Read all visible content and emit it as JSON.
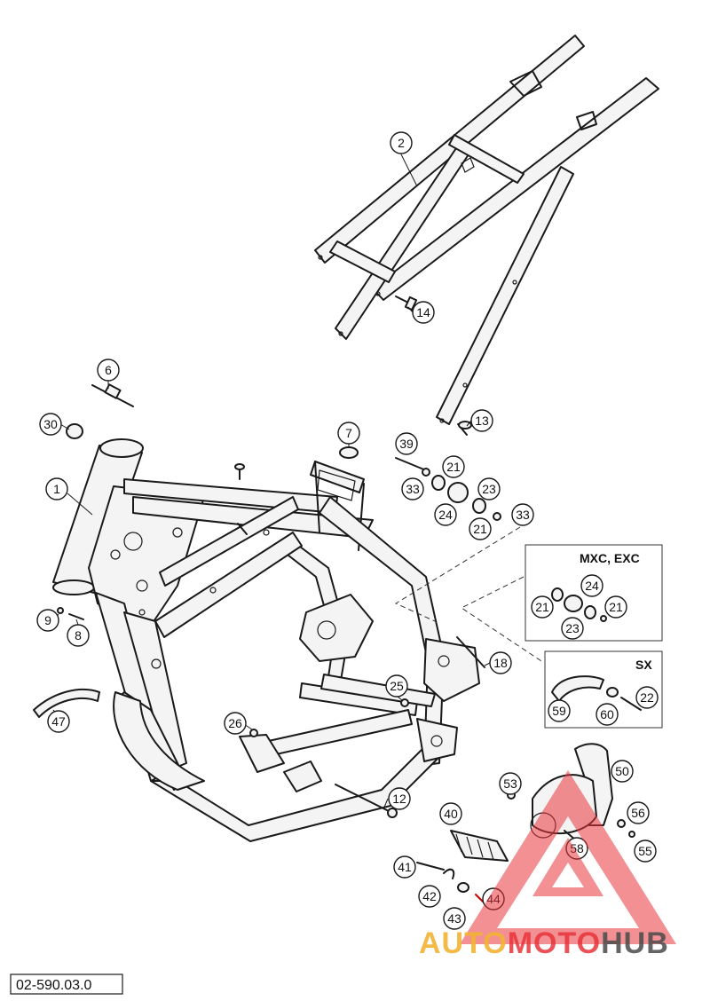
{
  "diagram": {
    "doc_id": "02-590.03.0",
    "callouts": [
      "1",
      "2",
      "6",
      "7",
      "8",
      "9",
      "12",
      "13",
      "14",
      "18",
      "21",
      "22",
      "23",
      "24",
      "25",
      "26",
      "30",
      "33",
      "39",
      "40",
      "41",
      "42",
      "43",
      "44",
      "47",
      "50",
      "53",
      "55",
      "56",
      "58",
      "59",
      "60"
    ],
    "variant_boxes": [
      {
        "label": "MXC, EXC"
      },
      {
        "label": "SX"
      }
    ]
  },
  "watermark": {
    "text_auto": "AUTO",
    "text_moto": "MOTO",
    "text_hub": "HUB",
    "color_triangle": "#e8343a",
    "color_auto": "#f2b233",
    "color_moto": "#e8343a",
    "color_hub": "#4a4a4a"
  }
}
